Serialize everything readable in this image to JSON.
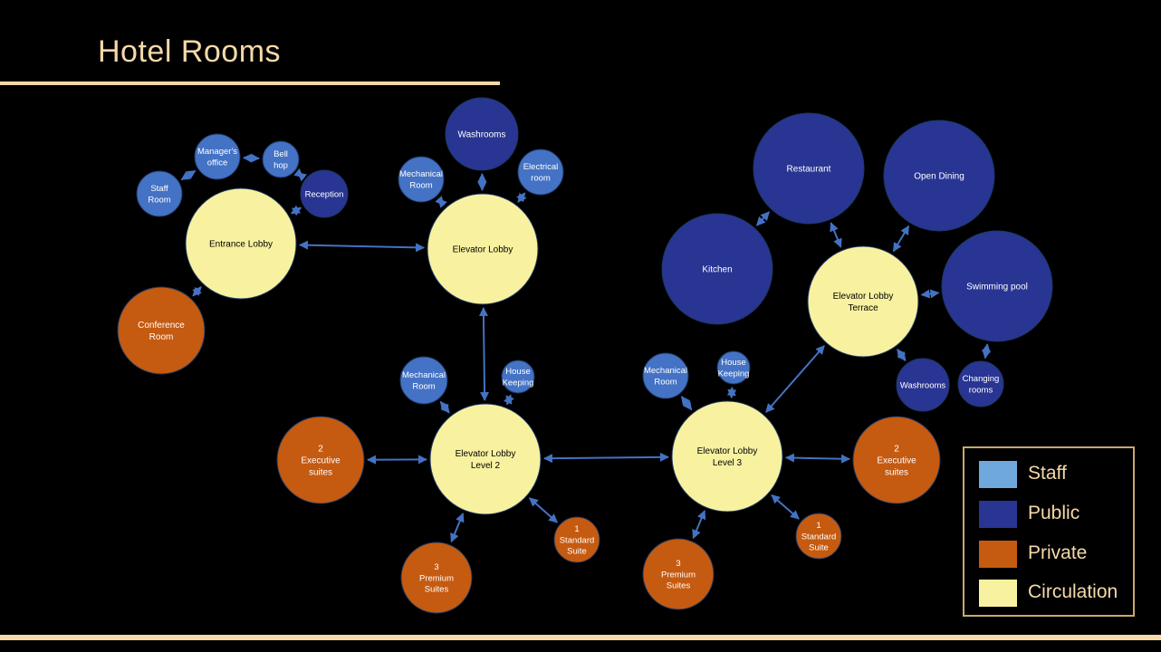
{
  "title": "Hotel Rooms",
  "colors": {
    "staff": "#4472C4",
    "public": "#283593",
    "private": "#C55A11",
    "circulation": "#F8F2A0",
    "edge": "#4472C4",
    "text": "#FFFFFF",
    "circulation_text": "#000000"
  },
  "legend": [
    {
      "label": "Staff",
      "color": "#6FA8DC"
    },
    {
      "label": "Public",
      "color": "#283593"
    },
    {
      "label": "Private",
      "color": "#C55A11"
    },
    {
      "label": "Circulation",
      "color": "#F8F2A0"
    }
  ],
  "nodes": [
    {
      "id": "entrance",
      "label": [
        "Entrance Lobby"
      ],
      "category": "circulation"
    },
    {
      "id": "managers",
      "label": [
        "Manager's",
        "office"
      ],
      "category": "staff"
    },
    {
      "id": "bellhop",
      "label": [
        "Bell",
        "hop"
      ],
      "category": "staff"
    },
    {
      "id": "reception",
      "label": [
        "Reception"
      ],
      "category": "public"
    },
    {
      "id": "staffroom",
      "label": [
        "Staff",
        "Room"
      ],
      "category": "staff"
    },
    {
      "id": "conference",
      "label": [
        "Conference",
        "Room"
      ],
      "category": "private"
    },
    {
      "id": "elevator",
      "label": [
        "Elevator Lobby"
      ],
      "category": "circulation"
    },
    {
      "id": "washrooms1",
      "label": [
        "Washrooms"
      ],
      "category": "public"
    },
    {
      "id": "mech1",
      "label": [
        "Mechanical",
        "Room"
      ],
      "category": "staff"
    },
    {
      "id": "electrical",
      "label": [
        "Electrical",
        "room"
      ],
      "category": "staff"
    },
    {
      "id": "el2",
      "label": [
        "Elevator Lobby",
        "Level 2"
      ],
      "category": "circulation"
    },
    {
      "id": "mech2",
      "label": [
        "Mechanical",
        "Room"
      ],
      "category": "staff"
    },
    {
      "id": "hk2",
      "label": [
        "House",
        "Keeping"
      ],
      "category": "staff"
    },
    {
      "id": "exec2",
      "label": [
        "2",
        "Executive",
        "suites"
      ],
      "category": "private"
    },
    {
      "id": "prem2",
      "label": [
        "3",
        "Premium",
        "Suites"
      ],
      "category": "private"
    },
    {
      "id": "std2",
      "label": [
        "1",
        "Standard",
        "Suite"
      ],
      "category": "private"
    },
    {
      "id": "el3",
      "label": [
        "Elevator Lobby",
        "Level 3"
      ],
      "category": "circulation"
    },
    {
      "id": "mech3",
      "label": [
        "Mechanical",
        "Room"
      ],
      "category": "staff"
    },
    {
      "id": "hk3",
      "label": [
        "House",
        "Keeping"
      ],
      "category": "staff"
    },
    {
      "id": "exec3",
      "label": [
        "2",
        "Executive",
        "suites"
      ],
      "category": "private"
    },
    {
      "id": "prem3",
      "label": [
        "3",
        "Premium",
        "Suites"
      ],
      "category": "private"
    },
    {
      "id": "std3",
      "label": [
        "1",
        "Standard",
        "Suite"
      ],
      "category": "private"
    },
    {
      "id": "terrace",
      "label": [
        "Elevator Lobby",
        "Terrace"
      ],
      "category": "circulation"
    },
    {
      "id": "restaurant",
      "label": [
        "Restaurant"
      ],
      "category": "public"
    },
    {
      "id": "opendining",
      "label": [
        "Open Dining"
      ],
      "category": "public"
    },
    {
      "id": "kitchen",
      "label": [
        "Kitchen"
      ],
      "category": "public"
    },
    {
      "id": "pool",
      "label": [
        "Swimming pool"
      ],
      "category": "public"
    },
    {
      "id": "washrooms2",
      "label": [
        "Washrooms"
      ],
      "category": "public"
    },
    {
      "id": "changing",
      "label": [
        "Changing",
        "rooms"
      ],
      "category": "public"
    }
  ],
  "edges": [
    [
      "entrance",
      "elevator"
    ],
    [
      "entrance",
      "conference"
    ],
    [
      "entrance",
      "reception"
    ],
    [
      "staffroom",
      "managers"
    ],
    [
      "managers",
      "bellhop"
    ],
    [
      "bellhop",
      "reception"
    ],
    [
      "elevator",
      "washrooms1"
    ],
    [
      "elevator",
      "mech1"
    ],
    [
      "elevator",
      "electrical"
    ],
    [
      "elevator",
      "el2"
    ],
    [
      "el2",
      "mech2"
    ],
    [
      "el2",
      "hk2"
    ],
    [
      "el2",
      "exec2"
    ],
    [
      "el2",
      "prem2"
    ],
    [
      "el2",
      "std2"
    ],
    [
      "el2",
      "el3"
    ],
    [
      "el3",
      "mech3"
    ],
    [
      "el3",
      "hk3"
    ],
    [
      "el3",
      "exec3"
    ],
    [
      "el3",
      "prem3"
    ],
    [
      "el3",
      "std3"
    ],
    [
      "el3",
      "terrace"
    ],
    [
      "terrace",
      "restaurant"
    ],
    [
      "terrace",
      "opendining"
    ],
    [
      "terrace",
      "pool"
    ],
    [
      "terrace",
      "washrooms2"
    ],
    [
      "restaurant",
      "kitchen"
    ],
    [
      "pool",
      "changing"
    ]
  ]
}
